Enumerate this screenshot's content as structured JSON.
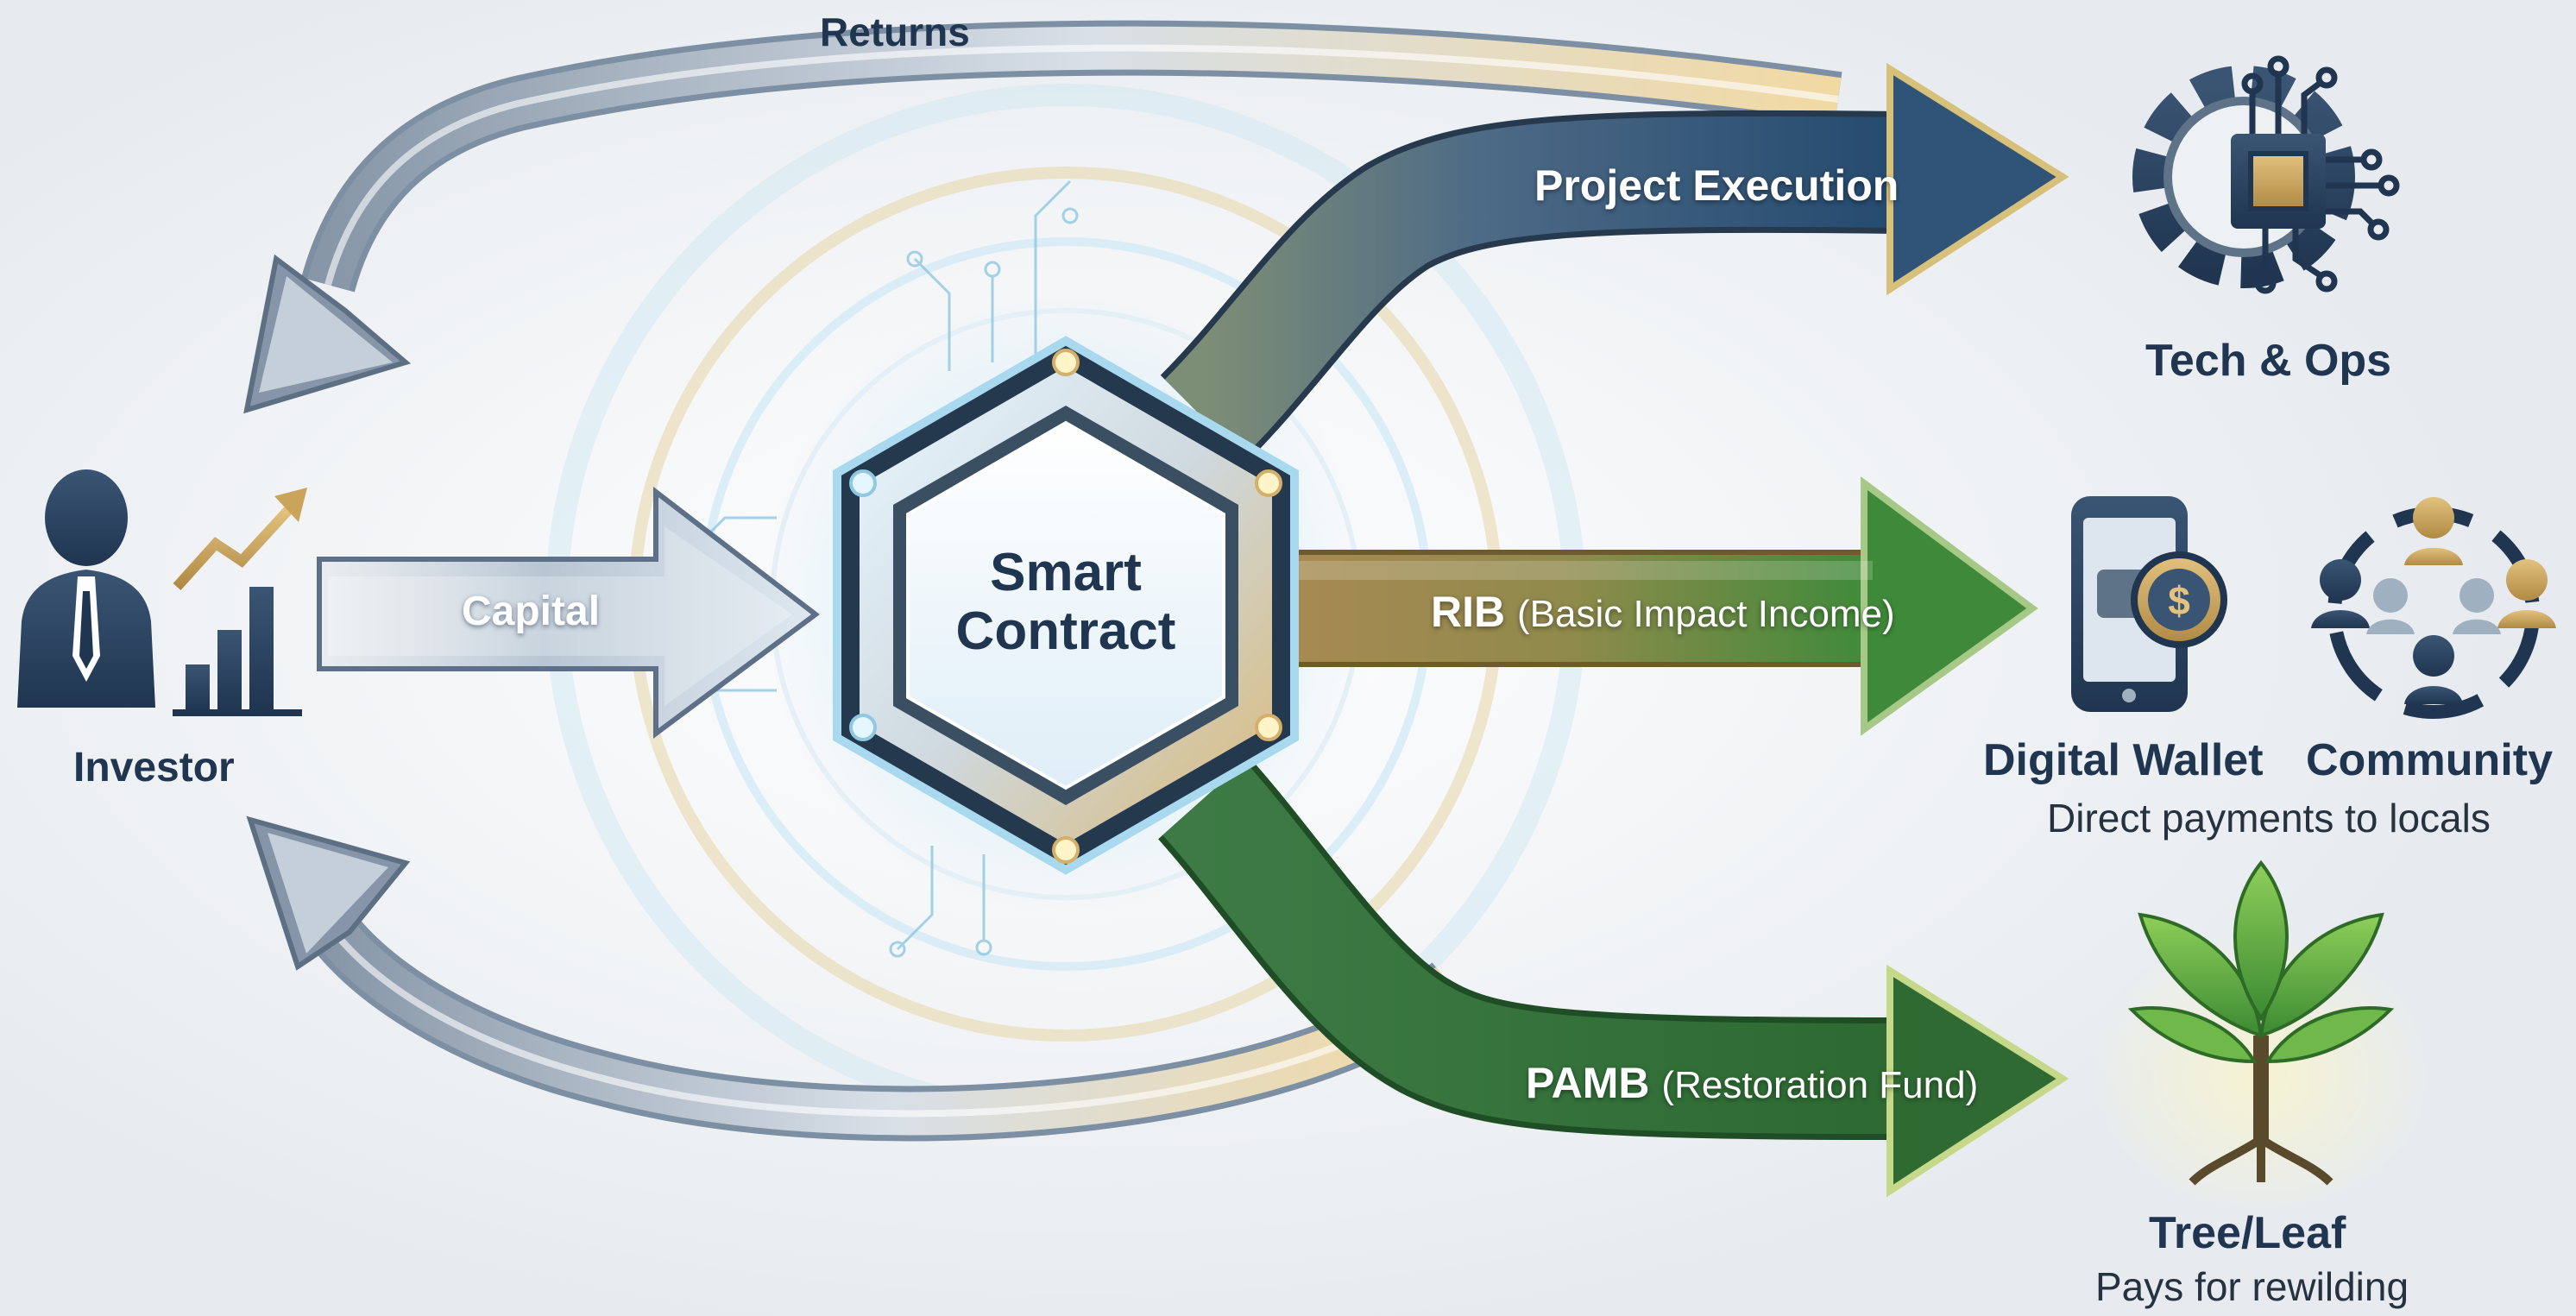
{
  "colors": {
    "background": "#eef1f4",
    "navy": "#1f3550",
    "steel": "#5f7388",
    "gold": "#c9a45a",
    "green": "#3f8a3a",
    "cyan_glow": "#bfe9ff"
  },
  "icons": {
    "investor": "businessman-with-growth-chart-icon",
    "tech_ops": "gear-with-circuit-chip-icon",
    "wallet": "smartphone-with-dollar-coin-icon",
    "community": "people-circle-icon",
    "tree": "tree-sprout-with-leaves-icon"
  },
  "diagram": {
    "center": {
      "line1": "Smart",
      "line2": "Contract"
    },
    "investor": {
      "title": "Investor"
    },
    "flows": {
      "returns": "Returns",
      "capital": "Capital",
      "project_execution": "Project Execution",
      "rib_main": "RIB",
      "rib_paren": "(Basic Impact Income)",
      "pamb_main": "PAMB",
      "pamb_paren": "(Restoration Fund)"
    },
    "outputs": {
      "tech_ops": {
        "title": "Tech & Ops"
      },
      "digital_wallet": {
        "title": "Digital Wallet"
      },
      "community": {
        "title": "Community",
        "caption": "Direct payments to locals"
      },
      "tree_leaf": {
        "title": "Tree/Leaf",
        "caption": "Pays for rewilding"
      }
    }
  }
}
